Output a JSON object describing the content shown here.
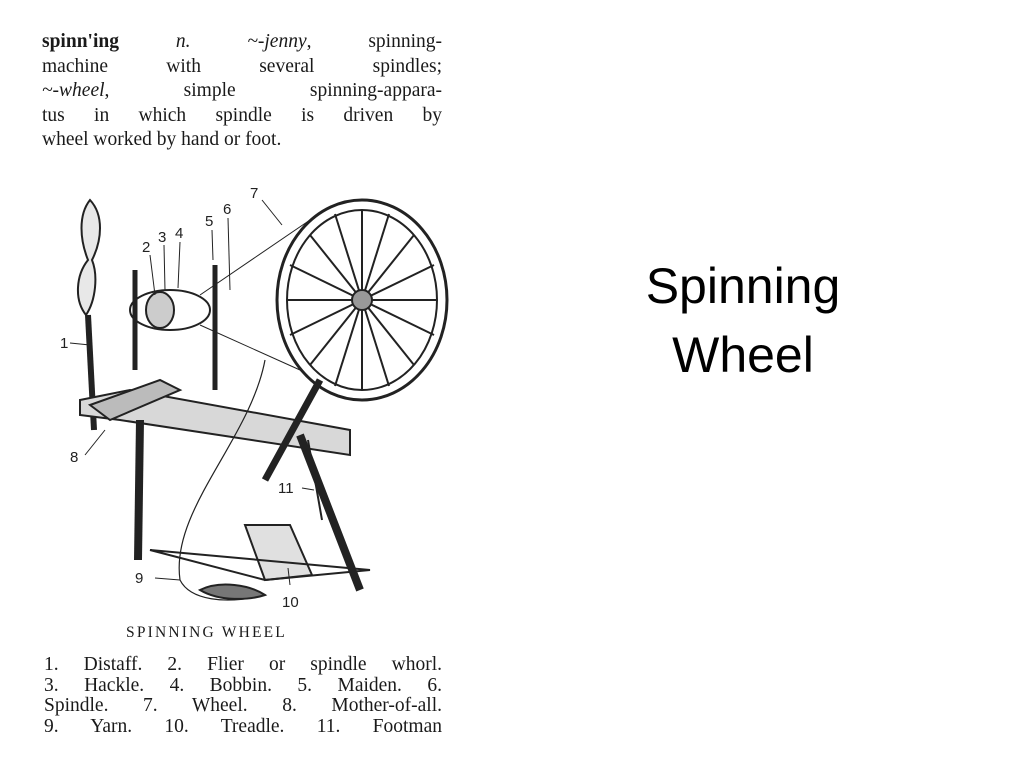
{
  "dictionary": {
    "line1": {
      "headword": "spinn'ing",
      "pos": "n.",
      "tilde_jenny": "~-jenny",
      "after_jenny": ", spinning-"
    },
    "line2": "machine with several spindles;",
    "line3": {
      "tilde_wheel": "~-wheel",
      "after_wheel": ", simple spinning-appara-"
    },
    "line4": "tus in which spindle is driven by",
    "line5": "wheel worked by hand or foot."
  },
  "illustration": {
    "callouts": [
      "1",
      "2",
      "3",
      "4",
      "5",
      "6",
      "7",
      "8",
      "9",
      "10",
      "11"
    ],
    "caption": "SPINNING WHEEL"
  },
  "legend": {
    "line1": "1. Distaff. 2. Flier or spindle whorl.",
    "line2": "3. Hackle. 4. Bobbin. 5. Maiden. 6.",
    "line3": "Spindle. 7. Wheel. 8. Mother-of-all.",
    "line4": "9. Yarn. 10. Treadle. 11. Footman"
  },
  "slide": {
    "title_line1": "Spinning",
    "title_line2": "Wheel"
  }
}
